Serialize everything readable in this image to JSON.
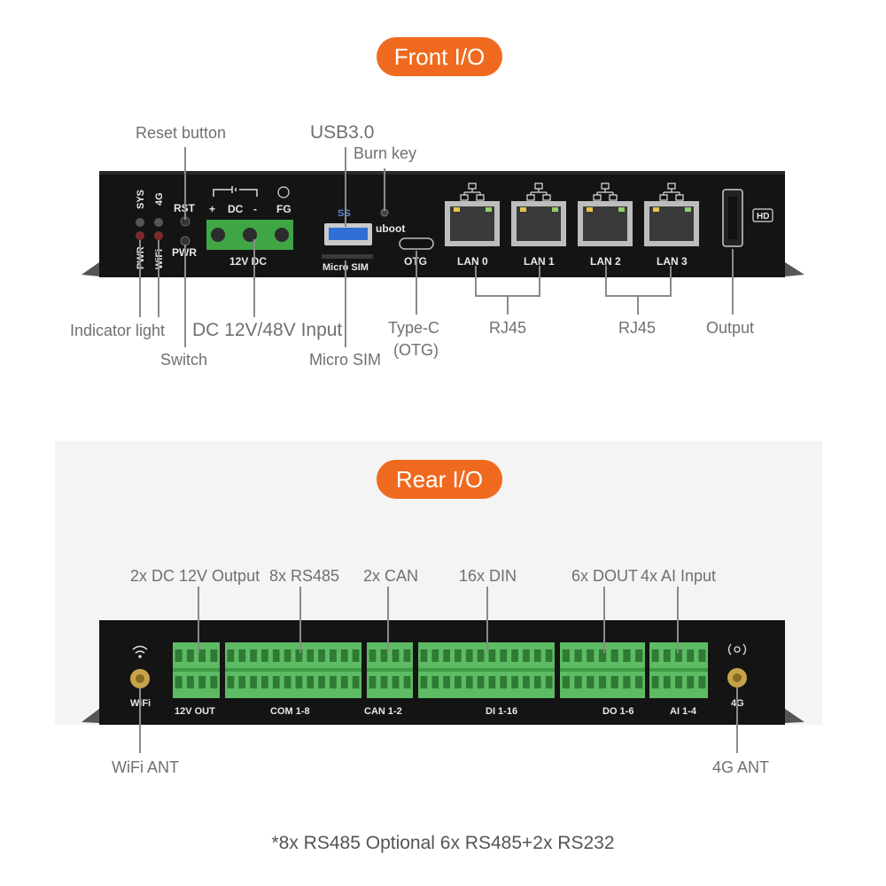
{
  "front": {
    "title": "Front I/O",
    "labels": {
      "reset_button": "Reset button",
      "usb30": "USB3.0",
      "burn_key": "Burn key",
      "indicator_light": "Indicator light",
      "dc_input": "DC 12V/48V Input",
      "switch": "Switch",
      "micro_sim": "Micro SIM",
      "type_c": "Type-C",
      "type_c_sub": "(OTG)",
      "rj45_a": "RJ45",
      "rj45_b": "RJ45",
      "output": "Output"
    },
    "panel": {
      "sys": "SYS",
      "g4": "4G",
      "pwr_led": "PWR",
      "wifi_led": "WiFi",
      "rst": "RST",
      "pwr": "PWR",
      "plus": "+",
      "dc": "DC",
      "minus": "-",
      "fg": "FG",
      "dc_port": "12V DC",
      "usb_logo": "SS",
      "uboot": "uboot",
      "micro_sim": "Micro SIM",
      "otg": "OTG",
      "lan": [
        "LAN 0",
        "LAN 1",
        "LAN 2",
        "LAN 3"
      ],
      "hd": "HD"
    }
  },
  "rear": {
    "title": "Rear I/O",
    "labels": {
      "dc_out": "2x DC 12V Output",
      "rs485": "8x RS485",
      "can": "2x CAN",
      "din": "16x DIN",
      "dout": "6x DOUT",
      "ai": "4x AI Input",
      "wifi_ant": "WiFi ANT",
      "g4_ant": "4G ANT"
    },
    "panel": {
      "wifi": "WiFi",
      "g4": "4G",
      "v12_out": "12V OUT",
      "com": "COM 1-8",
      "can": "CAN 1-2",
      "di": "DI 1-16",
      "do": "DO 1-6",
      "ai": "AI 1-4"
    }
  },
  "footnote": "*8x RS485 Optional 6x RS485+2x RS232",
  "colors": {
    "accent": "#ef6a1f",
    "device": "#141414",
    "terminal": "#5dbb63",
    "label": "#707070"
  }
}
